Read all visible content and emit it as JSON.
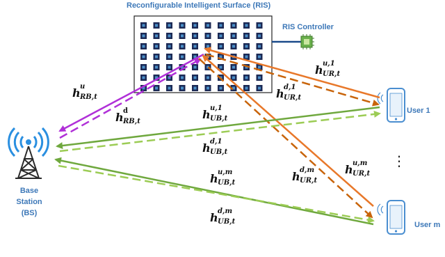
{
  "labels": {
    "ris_title": "Reconfigurable Intelligent Surface (RIS)",
    "ris_controller": "RIS Controller",
    "user_1": "User 1",
    "user_m": "User m",
    "bs_line1": "Base",
    "bs_line2": "Station",
    "bs_line3": "(BS)",
    "vdots": "⋮"
  },
  "channels": [
    {
      "id": "h-rb-u",
      "base": "h",
      "sup": "u",
      "sub": "RB,t"
    },
    {
      "id": "h-rb-d",
      "base": "h",
      "sup": "d",
      "sub": "RB,t"
    },
    {
      "id": "h-ub-u1",
      "base": "h",
      "sup": "u,1",
      "sub": "UB,t"
    },
    {
      "id": "h-ub-d1",
      "base": "h",
      "sup": "d,1",
      "sub": "UB,t"
    },
    {
      "id": "h-ur-u1",
      "base": "h",
      "sup": "u,1",
      "sub": "UR,t"
    },
    {
      "id": "h-ur-d1",
      "base": "h",
      "sup": "d,1",
      "sub": "UR,t"
    },
    {
      "id": "h-ub-um",
      "base": "h",
      "sup": "u,m",
      "sub": "UB,t"
    },
    {
      "id": "h-ub-dm",
      "base": "h",
      "sup": "d,m",
      "sub": "UB,t"
    },
    {
      "id": "h-ur-um",
      "base": "h",
      "sup": "u,m",
      "sub": "UR,t"
    },
    {
      "id": "h-ur-dm",
      "base": "h",
      "sup": "d,m",
      "sub": "UR,t"
    }
  ],
  "colors": {
    "purple": "#b030d8",
    "orange_solid": "#e8782a",
    "orange_dashed": "#c8640a",
    "green_solid": "#6fa83e",
    "green_dashed": "#9ccc55",
    "label_blue": "#3d78b8",
    "ris_dark": "#1c2a55",
    "ris_element": "#4a8ec8",
    "chip_green": "#6ab04c",
    "phone_blue": "#4a8ed0"
  },
  "ris_grid": {
    "rows": 7,
    "cols": 10
  }
}
